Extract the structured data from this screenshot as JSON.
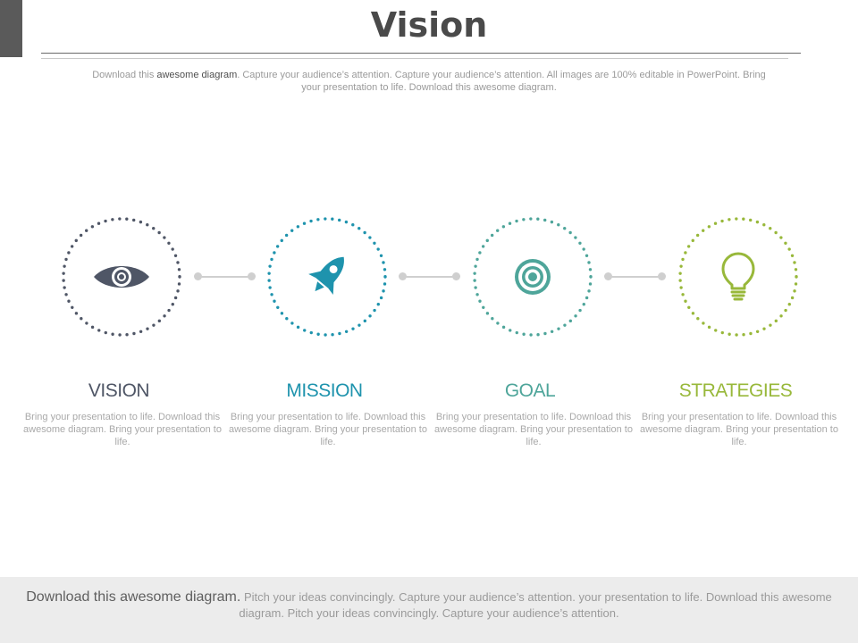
{
  "header": {
    "title": "Vision",
    "subtitle_lead": "Download this ",
    "subtitle_highlight": "awesome diagram",
    "subtitle_rest": ". Capture your audience’s attention. Capture your audience’s attention. All images are 100% editable in PowerPoint. Bring your presentation to life. Download this awesome diagram."
  },
  "steps": [
    {
      "title": "VISION",
      "description": "Bring your presentation to life. Download this awesome diagram. Bring your presentation to life.",
      "color": "#4f5666",
      "icon": "eye-icon"
    },
    {
      "title": "MISSION",
      "description": "Bring your presentation to life. Download this awesome diagram. Bring your presentation to life.",
      "color": "#1e93ad",
      "icon": "rocket-icon"
    },
    {
      "title": "GOAL",
      "description": "Bring your presentation to life. Download this awesome diagram. Bring your presentation to life.",
      "color": "#4ea59a",
      "icon": "target-icon"
    },
    {
      "title": "STRATEGIES",
      "description": "Bring your presentation to life. Download this awesome diagram. Bring your presentation to life.",
      "color": "#98b83a",
      "icon": "lightbulb-icon"
    }
  ],
  "footer": {
    "lead": "Download this awesome diagram.",
    "text": " Pitch your ideas convincingly. Capture your audience’s attention. your presentation to life. Download this awesome diagram. Pitch your ideas convincingly. Capture your audience’s attention."
  }
}
